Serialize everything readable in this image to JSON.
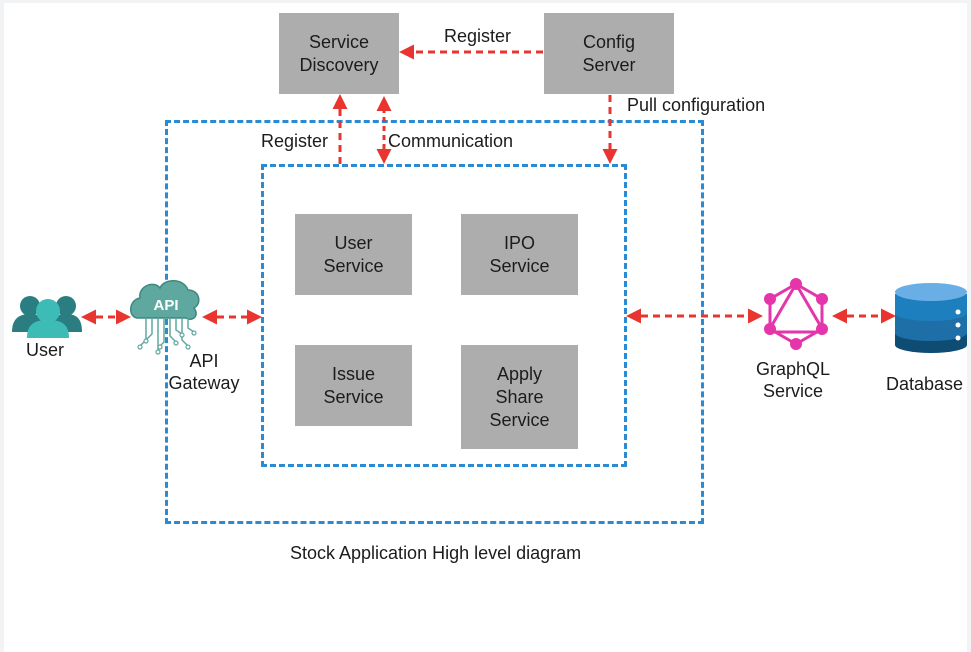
{
  "boxes": {
    "service_discovery": "Service\nDiscovery",
    "config_server": "Config\nServer",
    "user_service": "User\nService",
    "ipo_service": "IPO\nService",
    "issue_service": "Issue\nService",
    "apply_share_service": "Apply\nShare\nService"
  },
  "labels": {
    "register_top": "Register",
    "pull_configuration": "Pull configuration",
    "register_left": "Register",
    "communication": "Communication",
    "user": "User",
    "api_gateway": "API\nGateway",
    "graphql_service": "GraphQL\nService",
    "database": "Database",
    "caption": "Stock Application High level diagram"
  },
  "icons": {
    "user": "users-icon",
    "api_gateway": "api-cloud-icon",
    "graphql": "graphql-icon",
    "database": "database-icon",
    "api_text": "API"
  },
  "colors": {
    "box_fill": "#adadad",
    "frame_border": "#2a8ad4",
    "arrow": "#e8352f",
    "user_icon": "#2a7d80",
    "user_icon_front": "#3dbcb7",
    "api_cloud": "#5fa8a0",
    "graphql": "#e535ab",
    "database_top": "#6aaee6",
    "database_mid": "#1e7fbf",
    "database_bottom": "#0f4c74"
  }
}
